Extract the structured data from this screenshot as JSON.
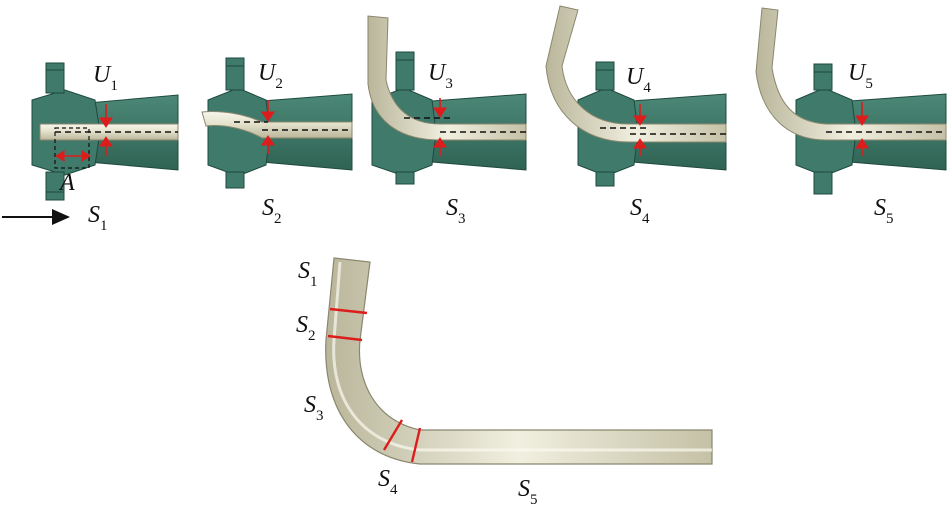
{
  "colors": {
    "die_fill": "#3f7a6a",
    "die_edge": "#1e4a3e",
    "die_light": "#5e9a88",
    "tube_fill": "#e9e7d6",
    "tube_edge": "#8a876e",
    "marker": "#dd1c1c",
    "guide": "#111111"
  },
  "icons": {
    "feed_direction": "right-arrow-icon",
    "displacement_marker": "red-double-arrow-icon"
  },
  "stages": [
    {
      "u_main": "U",
      "u_sub": "1",
      "s_main": "S",
      "s_sub": "1"
    },
    {
      "u_main": "U",
      "u_sub": "2",
      "s_main": "S",
      "s_sub": "2"
    },
    {
      "u_main": "U",
      "u_sub": "3",
      "s_main": "S",
      "s_sub": "3"
    },
    {
      "u_main": "U",
      "u_sub": "4",
      "s_main": "S",
      "s_sub": "4"
    },
    {
      "u_main": "U",
      "u_sub": "5",
      "s_main": "S",
      "s_sub": "5"
    }
  ],
  "detail_label": "A",
  "bent_tube": {
    "sections": [
      {
        "main": "S",
        "sub": "1"
      },
      {
        "main": "S",
        "sub": "2"
      },
      {
        "main": "S",
        "sub": "3"
      },
      {
        "main": "S",
        "sub": "4"
      },
      {
        "main": "S",
        "sub": "5"
      }
    ]
  }
}
